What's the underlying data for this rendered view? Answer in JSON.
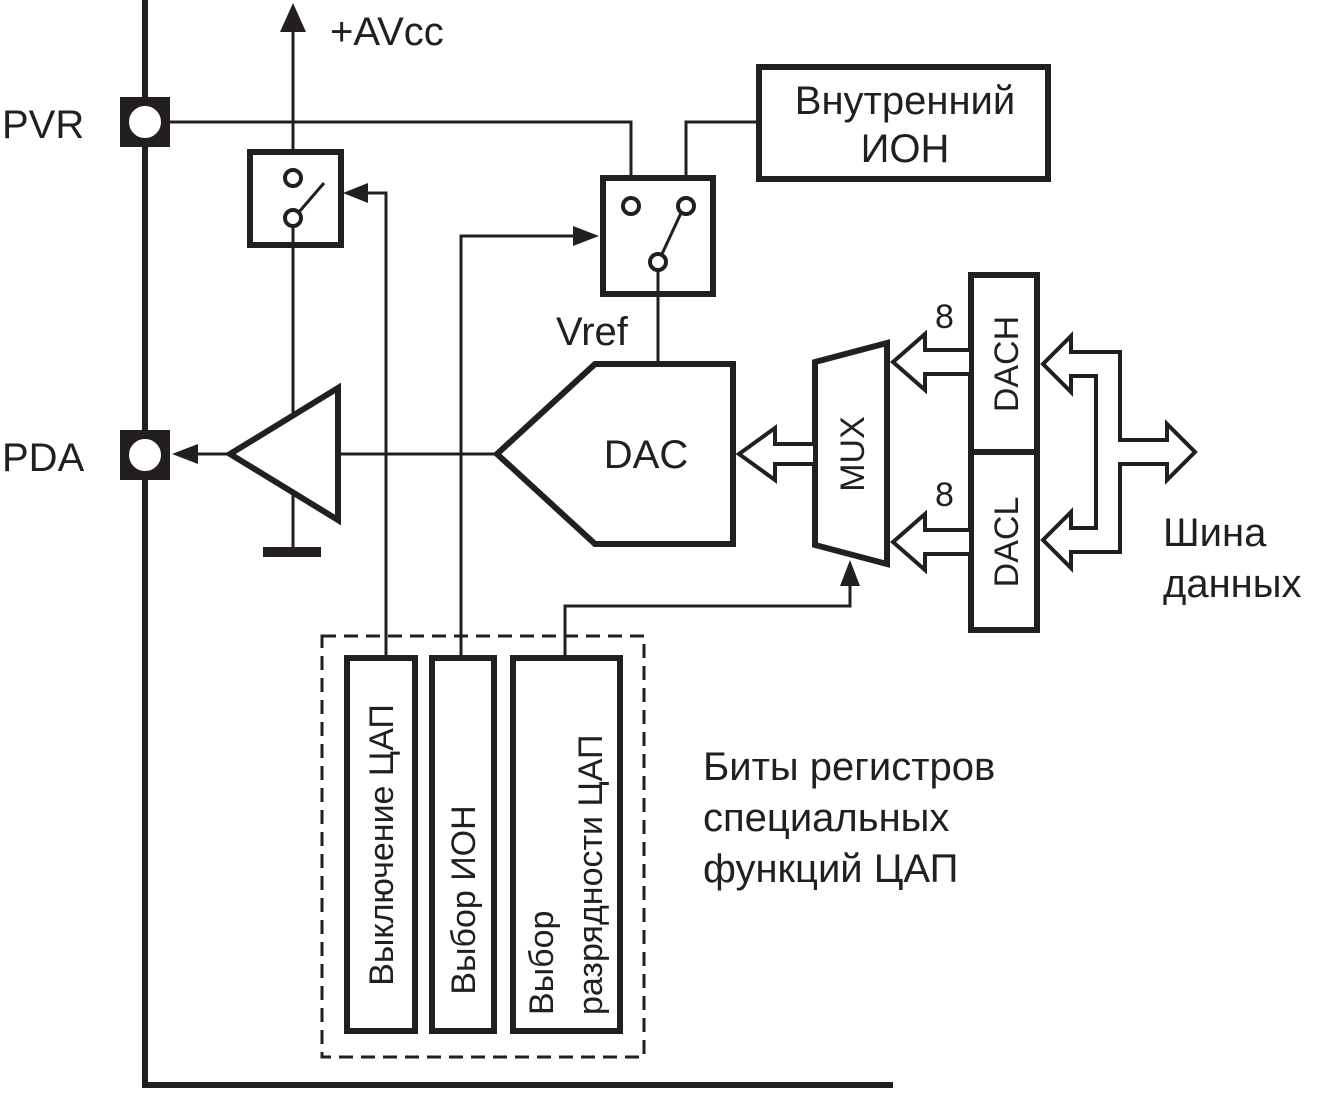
{
  "labels": {
    "avcc": "+AVcc",
    "pvr": "PVR",
    "pda": "PDA",
    "vref": "Vref",
    "dac": "DAC",
    "mux": "MUX",
    "dach": "DACH",
    "dacl": "DACL",
    "bits_high": "8",
    "bits_low": "8",
    "internal_ref_line1": "Внутренний",
    "internal_ref_line2": "ИОН",
    "data_bus_line1": "Шина",
    "data_bus_line2": "данных",
    "bit_dac_off": "Выключение ЦАП",
    "bit_ref_select": "Выбор ИОН",
    "bit_res_line1": "Выбор",
    "bit_res_line2": "разрядности ЦАП",
    "caption_line1": "Биты регистров",
    "caption_line2": "специальных",
    "caption_line3": "функций ЦАП"
  }
}
